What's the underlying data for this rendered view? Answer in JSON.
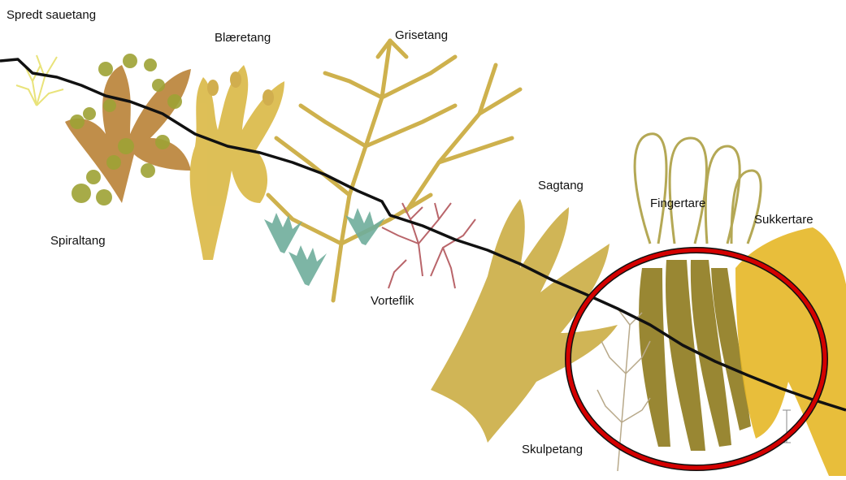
{
  "labels": {
    "spredt_sauetang": "Spredt sauetang",
    "blaeretang": "Blæretang",
    "grisetang": "Grisetang",
    "spiraltang": "Spiraltang",
    "sagtang": "Sagtang",
    "fingertare": "Fingertare",
    "sukkertare": "Sukkertare",
    "vorteflik": "Vorteflik",
    "skulpetang": "Skulpetang"
  },
  "colors": {
    "shoreline": "#111111",
    "highlight_ring": "#d40000",
    "spiraltang": "#b57a2a",
    "blaeretang": "#d8b43a",
    "grisetang": "#c9a93a",
    "sagtang": "#c8a838",
    "fingertare": "#8f7b1e",
    "sukkertare": "#e5b726",
    "vorteflik": "#b9656a",
    "green_algae": "#6fae9c",
    "sauetang": "#e9e37a"
  }
}
